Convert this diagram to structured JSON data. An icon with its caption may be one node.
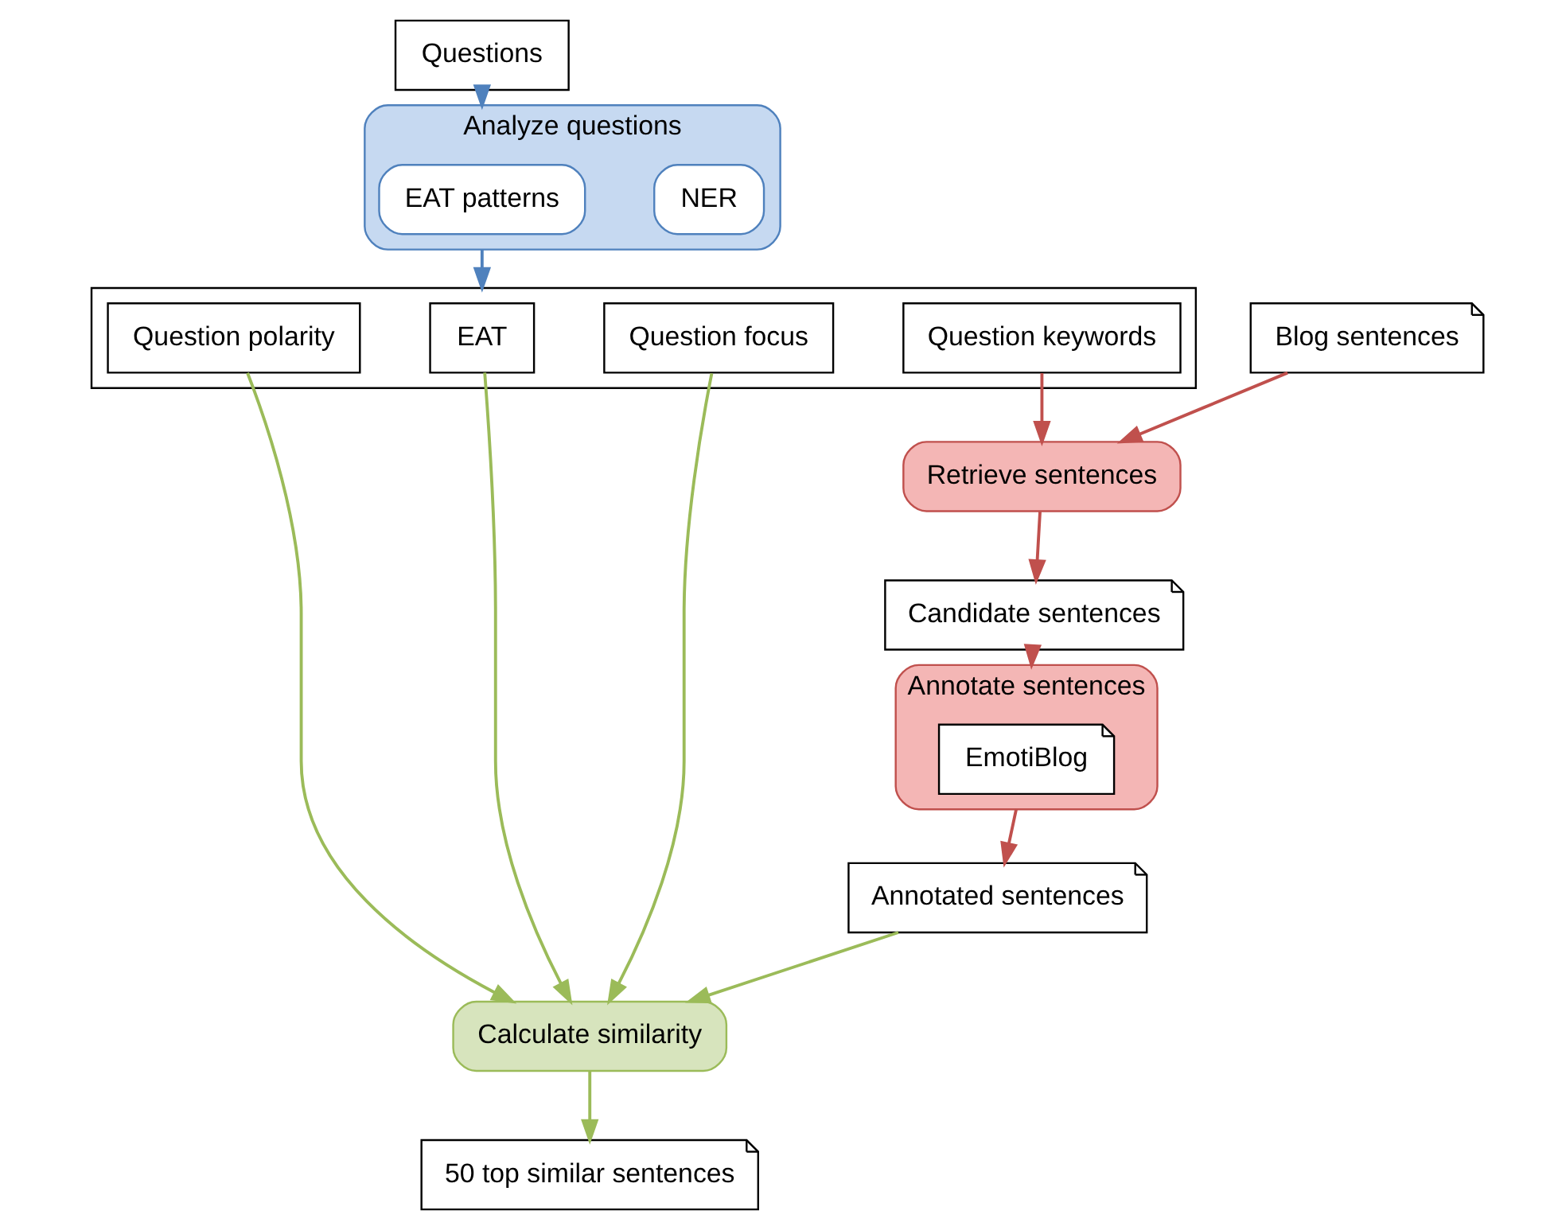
{
  "diagram": {
    "nodes": [
      {
        "text": [
          "Questions"
        ]
      },
      {
        "text": [
          "Analyze questions"
        ]
      },
      {
        "text": [
          "NER"
        ],
        "in": 1
      },
      {
        "text": [
          "EAT patterns"
        ],
        "in": 1
      },
      {
        "text": [],
        "shape": "box"
      },
      {
        "text": [
          "Question polarity"
        ],
        "in": 4
      },
      {
        "text": [
          "EAT"
        ],
        "in": 4
      },
      {
        "text": [
          "Question focus"
        ],
        "in": 4
      },
      {
        "text": [
          "Question keywords"
        ],
        "in": 4
      },
      {
        "text": [
          "Blog sentences"
        ]
      },
      {
        "text": [
          "Retrieve sentences"
        ]
      },
      {
        "text": [
          "Candidate sentences"
        ]
      },
      {
        "text": [
          "Annotate sentences"
        ]
      },
      {
        "text": [
          "EmotiBlog"
        ],
        "in": 12
      },
      {
        "text": [
          "Annotated sentences"
        ]
      },
      {
        "text": [
          "Calculate similarity"
        ]
      },
      {
        "text": [
          "50 top similar sentences"
        ]
      }
    ],
    "edges": [
      {
        "from": 0,
        "to": 1,
        "arrow": "to",
        "color": "#4f81bd"
      },
      {
        "from": 1,
        "to": 4,
        "arrow": "to",
        "color": "#4f81bd"
      },
      {
        "from": 8,
        "to": 10,
        "arrow": "to",
        "color": "#c0504d"
      },
      {
        "from": 9,
        "to": 10,
        "arrow": "to",
        "color": "#c0504d"
      },
      {
        "from": 10,
        "to": 11,
        "arrow": "to",
        "color": "#c0504d"
      },
      {
        "from": 11,
        "to": 12,
        "arrow": "to",
        "color": "#c0504d"
      },
      {
        "from": 12,
        "to": 14,
        "arrow": "to",
        "color": "#c0504d"
      },
      {
        "from": 5,
        "to": 15,
        "arrow": "to",
        "color": "#9bbb59"
      },
      {
        "from": 6,
        "to": 15,
        "arrow": "to",
        "color": "#9bbb59"
      },
      {
        "from": 7,
        "to": 15,
        "arrow": "to",
        "color": "#9bbb59"
      },
      {
        "from": 14,
        "to": 15,
        "arrow": "to",
        "color": "#9bbb59"
      },
      {
        "from": 15,
        "to": 16,
        "arrow": "to",
        "color": "#9bbb59"
      }
    ]
  }
}
